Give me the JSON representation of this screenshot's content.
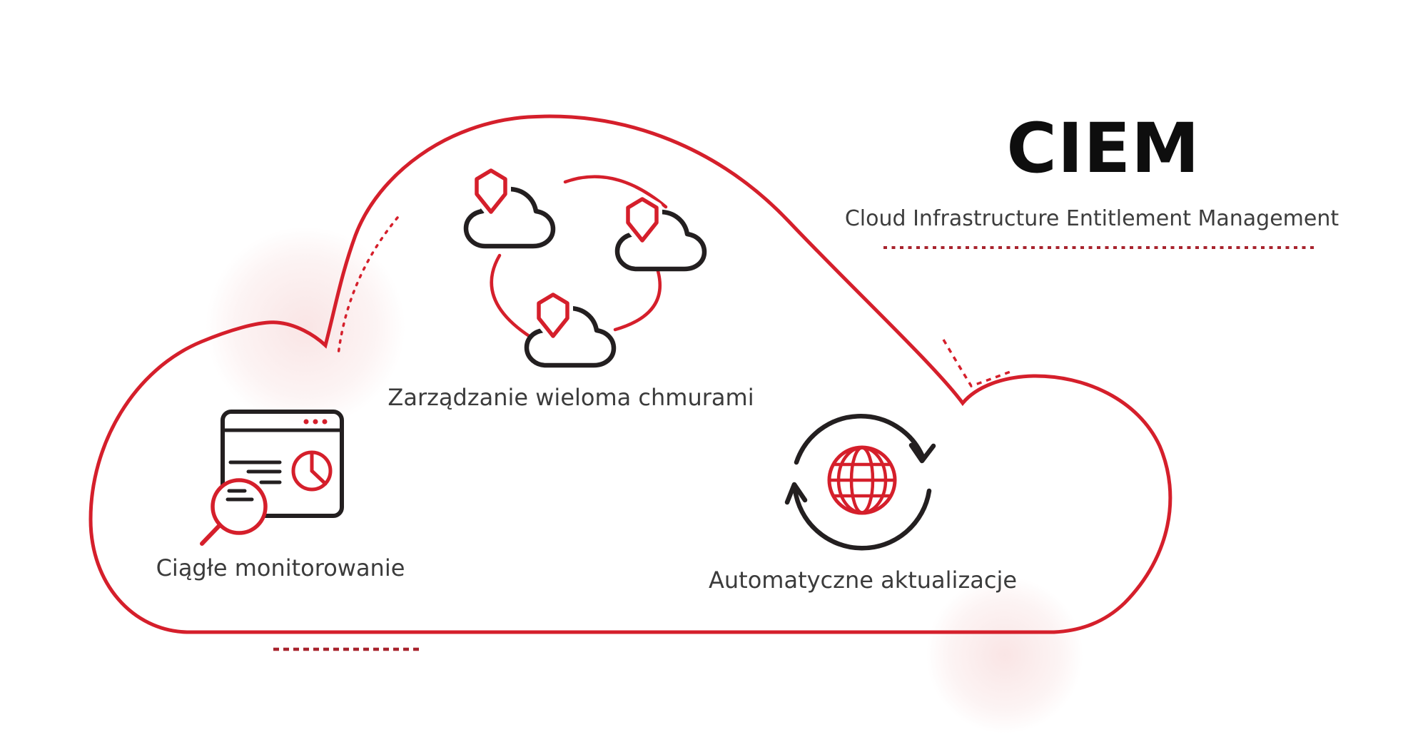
{
  "header": {
    "title": "CIEM",
    "subtitle": "Cloud Infrastructure Entitlement Management"
  },
  "features": [
    {
      "id": "multi-cloud-management",
      "label": "Zarządzanie wieloma chmurami",
      "icon": "shielded-clouds-network-icon"
    },
    {
      "id": "continuous-monitoring",
      "label": "Ciągłe monitorowanie",
      "icon": "browser-analytics-magnifier-icon"
    },
    {
      "id": "automatic-updates",
      "label": "Automatyczne aktualizacje",
      "icon": "globe-sync-arrows-icon"
    }
  ],
  "colors": {
    "accent-red": "#d51f2b",
    "dot-red": "#a8242e",
    "icon-black": "#231f20",
    "text-dark": "#3b3b3b",
    "title-black": "#0e0e0e",
    "blush-pink": "#f6d7d7"
  }
}
